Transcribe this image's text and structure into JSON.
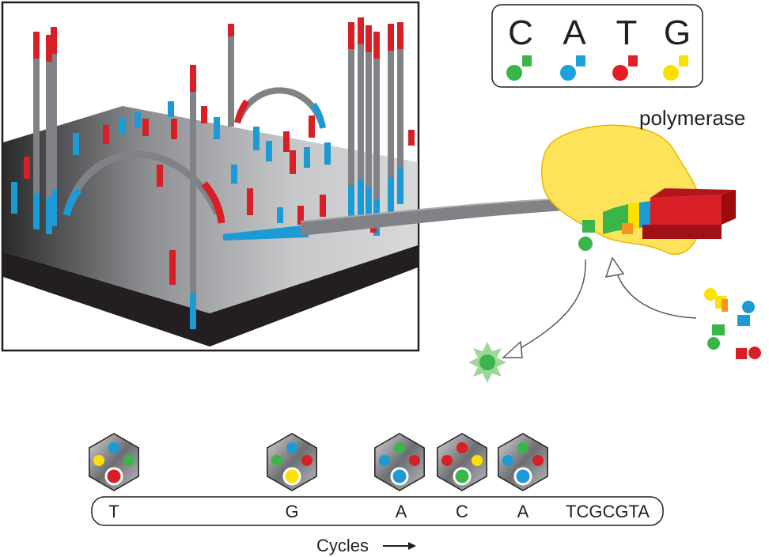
{
  "legend": {
    "bases": [
      {
        "letter": "C",
        "color": "#3ab54a",
        "name": "green"
      },
      {
        "letter": "A",
        "color": "#1ba1dc",
        "name": "blue"
      },
      {
        "letter": "T",
        "color": "#e31e24",
        "name": "red"
      },
      {
        "letter": "G",
        "color": "#fce100",
        "name": "yellow"
      }
    ]
  },
  "enzyme": {
    "label": "polymerase"
  },
  "sequence": {
    "reads": [
      "T",
      "G",
      "A",
      "C",
      "A"
    ],
    "tail": "TCGCGTA",
    "axis_label": "Cycles",
    "arrow": "⟶"
  },
  "cycle_hexes": [
    {
      "selected": "red"
    },
    {
      "selected": "yellow"
    },
    {
      "selected": "blue"
    },
    {
      "selected": "green"
    },
    {
      "selected": "blue"
    }
  ],
  "colors": {
    "red": "#d91f26",
    "blue": "#1b9ad6",
    "green": "#3ab54a",
    "yellow": "#fce100",
    "gray": "#808285",
    "polymerase": "#fde35a"
  }
}
